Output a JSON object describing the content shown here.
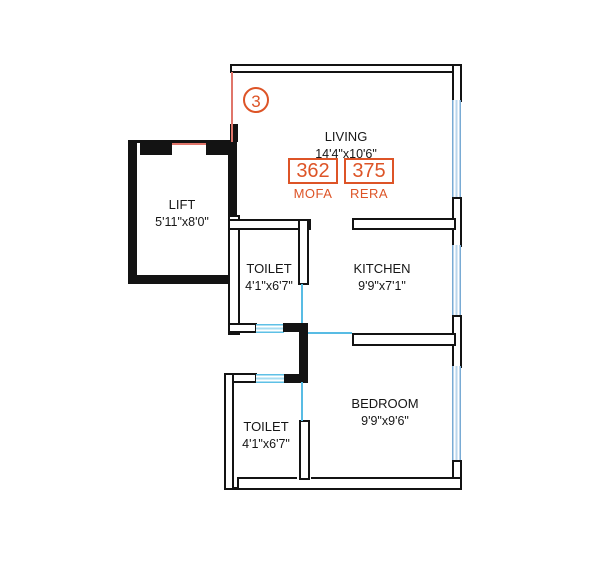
{
  "plan": {
    "unit_number": "3",
    "rooms": {
      "living": {
        "name": "LIVING",
        "dims": "14'4\"x10'6\""
      },
      "lift": {
        "name": "LIFT",
        "dims": "5'11\"x8'0\""
      },
      "toilet1": {
        "name": "TOILET",
        "dims": "4'1\"x6'7\""
      },
      "kitchen": {
        "name": "KITCHEN",
        "dims": "9'9\"x7'1\""
      },
      "toilet2": {
        "name": "TOILET",
        "dims": "4'1\"x6'7\""
      },
      "bedroom": {
        "name": "BEDROOM",
        "dims": "9'9\"x9'6\""
      }
    },
    "areas": {
      "mofa": {
        "value": "362",
        "label": "MOFA"
      },
      "rera": {
        "value": "375",
        "label": "RERA"
      }
    },
    "colors": {
      "wall": "#131313",
      "accent_orange": "#dd5427",
      "window_blue": "#79abd4",
      "door_cyan": "#58bce4",
      "door_red": "#e0756a"
    }
  }
}
